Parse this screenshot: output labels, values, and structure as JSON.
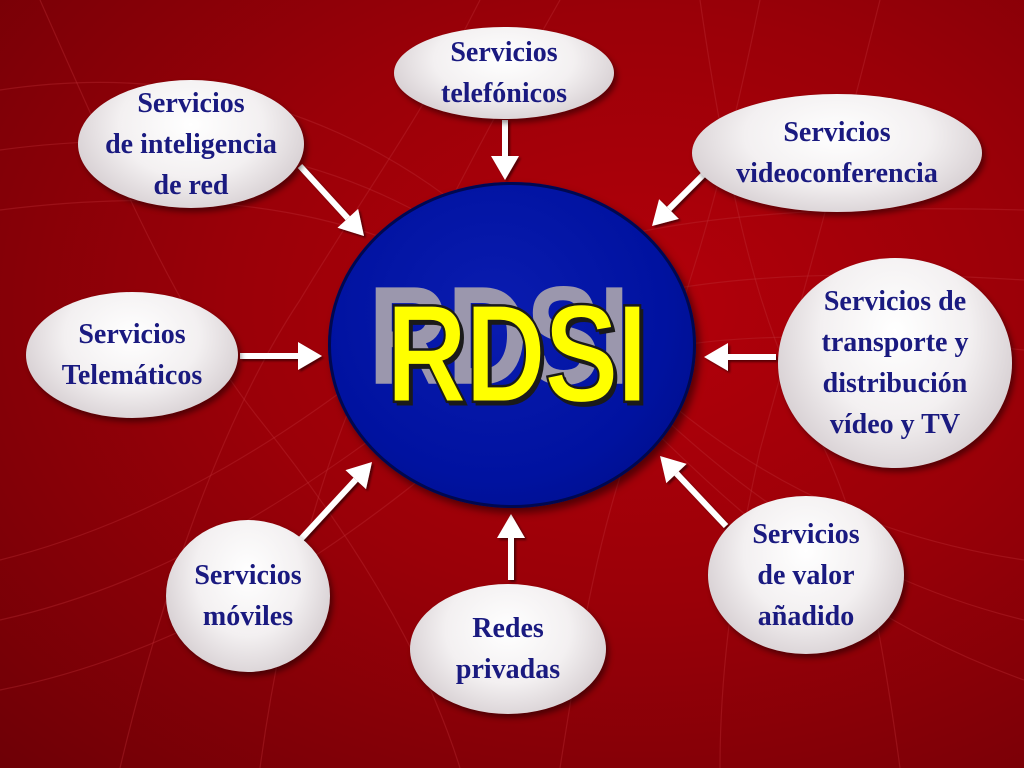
{
  "center": {
    "label": "RDSI",
    "fill_color": "#0012a0",
    "text_color": "#ffff00"
  },
  "nodes": [
    {
      "id": "telefonicos",
      "label": "Servicios\ntelefónicos"
    },
    {
      "id": "videoconferencia",
      "label": "Servicios\nvideoconferencia"
    },
    {
      "id": "transporte",
      "label": "Servicios de\ntransporte y\ndistribución\nvídeo y TV"
    },
    {
      "id": "valor-anadido",
      "label": "Servicios\nde valor\nañadido"
    },
    {
      "id": "redes-privadas",
      "label": "Redes\nprivadas"
    },
    {
      "id": "moviles",
      "label": "Servicios\nmóviles"
    },
    {
      "id": "telematicos",
      "label": "Servicios\nTelemáticos"
    },
    {
      "id": "inteligencia",
      "label": "Servicios\nde inteligencia\nde red"
    }
  ],
  "edges": [
    {
      "from": "telefonicos",
      "to": "center"
    },
    {
      "from": "videoconferencia",
      "to": "center"
    },
    {
      "from": "transporte",
      "to": "center"
    },
    {
      "from": "valor-anadido",
      "to": "center"
    },
    {
      "from": "redes-privadas",
      "to": "center"
    },
    {
      "from": "moviles",
      "to": "center"
    },
    {
      "from": "telematicos",
      "to": "center"
    },
    {
      "from": "inteligencia",
      "to": "center"
    }
  ],
  "colors": {
    "background": "#9a0008",
    "node_text": "#1a1a80",
    "arrow": "#ffffff"
  }
}
